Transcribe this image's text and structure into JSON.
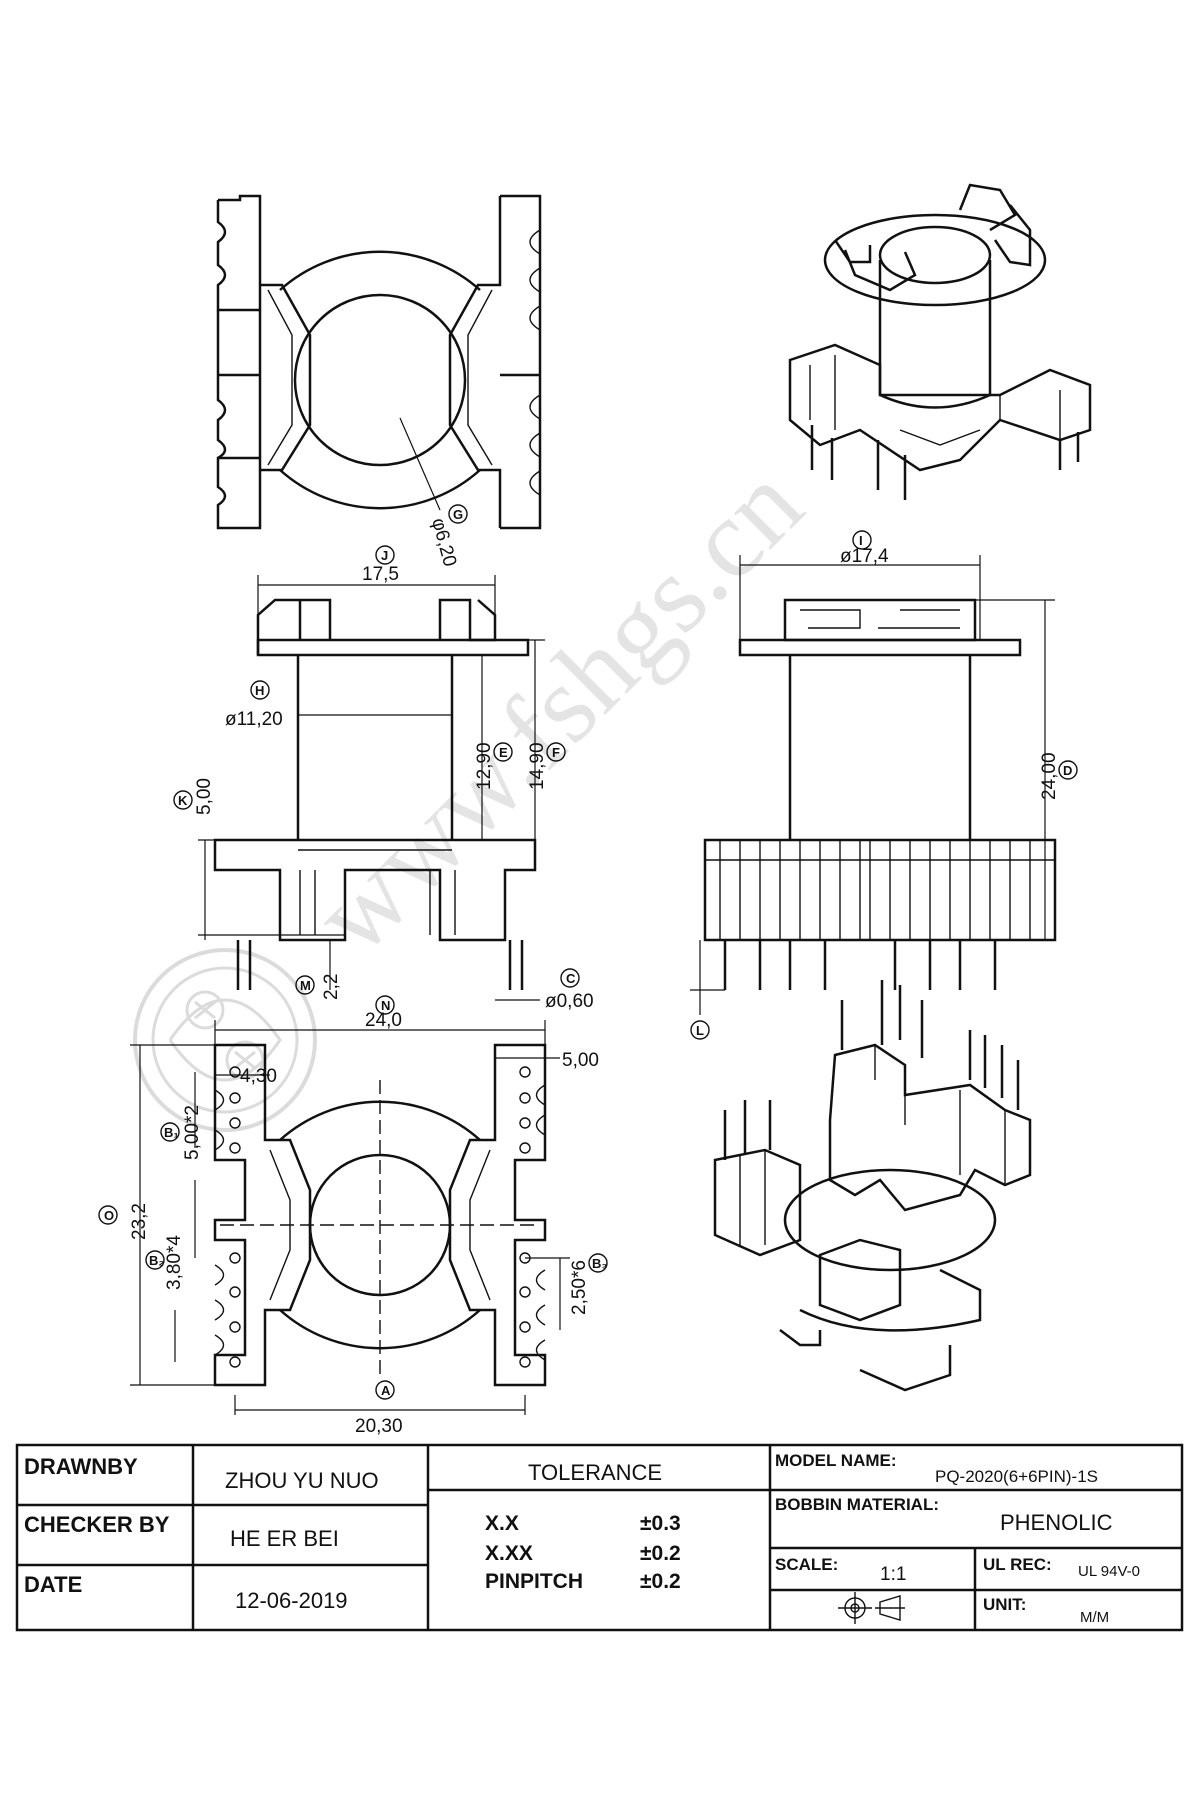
{
  "watermark": {
    "text": "www.fshgs.cn"
  },
  "dimensions": {
    "top_view": {
      "G": {
        "tag": "G",
        "value": "φ6,20"
      }
    },
    "front_view": {
      "J": {
        "tag": "J",
        "value": "17,5"
      },
      "H": {
        "tag": "H",
        "value": "ø11,20"
      },
      "E": {
        "tag": "E",
        "value": "12,90"
      },
      "F": {
        "tag": "F",
        "value": "14,90"
      },
      "K": {
        "tag": "K",
        "value": "5,00"
      },
      "M": {
        "tag": "M",
        "value": "2,2"
      },
      "C": {
        "tag": "C",
        "value": "ø0,60"
      }
    },
    "side_view": {
      "I": {
        "tag": "I",
        "value": "ø17,4"
      },
      "D": {
        "tag": "D",
        "value": "24,00"
      },
      "L": {
        "tag": "L",
        "value": ""
      }
    },
    "bottom_view": {
      "N": {
        "tag": "N",
        "value": "24,0"
      },
      "pin_offset": {
        "value": "4,30"
      },
      "right_width": {
        "value": "5,00"
      },
      "B1": {
        "tag": "B₁",
        "value": "5,00*2"
      },
      "O": {
        "tag": "O",
        "value": "23,2"
      },
      "B2": {
        "tag": "B₂",
        "value": "3,80*4"
      },
      "B3": {
        "tag": "B₃",
        "value": "2,50*6"
      },
      "A": {
        "tag": "A",
        "value": "20,30"
      }
    }
  },
  "title_block": {
    "drawn_by_label": "DRAWNBY",
    "drawn_by_value": "ZHOU YU NUO",
    "checker_label": "CHECKER BY",
    "checker_value": "HE ER BEI",
    "date_label": "DATE",
    "date_value": "12-06-2019",
    "tolerance_header": "TOLERANCE",
    "tolerances": [
      {
        "label": "X.X",
        "value": "±0.3"
      },
      {
        "label": "X.XX",
        "value": "±0.2"
      },
      {
        "label": "PINPITCH",
        "value": "±0.2"
      }
    ],
    "model_name_label": "MODEL NAME:",
    "model_name_value": "PQ-2020(6+6PIN)-1S",
    "bobbin_material_label": "BOBBIN MATERIAL:",
    "bobbin_material_value": "PHENOLIC",
    "scale_label": "SCALE:",
    "scale_value": "1:1",
    "ul_rec_label": "UL REC:",
    "ul_rec_value": "UL 94V-0",
    "unit_label": "UNIT:",
    "unit_value": "M/M",
    "projection_symbol": "first-angle-projection-icon"
  }
}
